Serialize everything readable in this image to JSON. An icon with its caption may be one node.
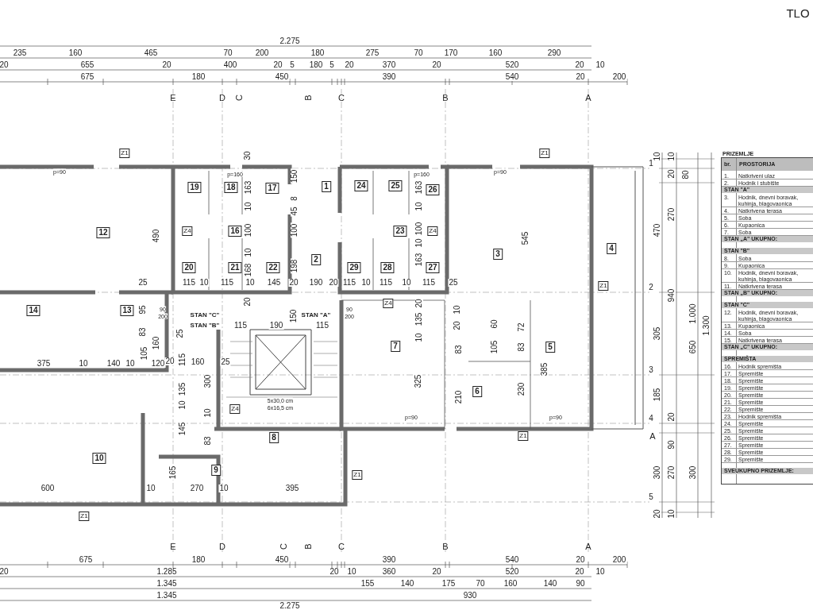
{
  "diagram": {
    "title": "TLO",
    "labels": [
      "2.275",
      "235",
      "160",
      "465",
      "70",
      "200",
      "180",
      "275",
      "70",
      "170",
      "160",
      "290",
      "20",
      "655",
      "20",
      "400",
      "20",
      "5",
      "180",
      "5",
      "20",
      "370",
      "20",
      "520",
      "20",
      "10",
      "675",
      "180",
      "450",
      "390",
      "540",
      "20",
      "200",
      "E",
      "D",
      "C",
      "B",
      "C",
      "B",
      "A",
      "E",
      "D",
      "C",
      "B",
      "C",
      "B",
      "A",
      "675",
      "180",
      "450",
      "390",
      "540",
      "20",
      "200",
      "20",
      "1.285",
      "20",
      "10",
      "360",
      "20",
      "520",
      "20",
      "10",
      "1.345",
      "155",
      "140",
      "175",
      "70",
      "160",
      "140",
      "90",
      "1.345",
      "930",
      "2.275",
      "1",
      "2",
      "3",
      "4",
      "A",
      "5",
      "10",
      "470",
      "305",
      "185",
      "300",
      "20",
      "10",
      "20",
      "270",
      "940",
      "20",
      "90",
      "270",
      "10",
      "80",
      "1.000",
      "650",
      "300",
      "1.300",
      "1",
      "2",
      "3",
      "4",
      "5",
      "6",
      "7",
      "8",
      "9",
      "10",
      "12",
      "14",
      "13",
      "16",
      "19",
      "18",
      "17",
      "20",
      "21",
      "22",
      "23",
      "24",
      "25",
      "26",
      "29",
      "28",
      "27",
      "Z1",
      "Z1",
      "Z4",
      "Z4",
      "Z4",
      "Z1",
      "Z4",
      "Z1",
      "Z1",
      "Z1",
      "STAN \"C\"",
      "STAN \"B\"",
      "STAN \"A\"",
      "30",
      "150",
      "8",
      "45",
      "100",
      "198",
      "163",
      "10",
      "100",
      "10",
      "168",
      "163",
      "10",
      "100",
      "10",
      "163",
      "20",
      "150",
      "490",
      "545",
      "95",
      "83",
      "160",
      "300",
      "135",
      "325",
      "20",
      "135",
      "10",
      "20",
      "10",
      "60",
      "83",
      "105",
      "72",
      "83",
      "210",
      "230",
      "385",
      "10",
      "145",
      "83",
      "165",
      "10",
      "115",
      "25",
      "25",
      "115",
      "10",
      "115",
      "10",
      "145",
      "20",
      "190",
      "20",
      "115",
      "10",
      "115",
      "10",
      "115",
      "25",
      "115",
      "190",
      "115",
      "375",
      "10",
      "140",
      "10",
      "105",
      "120",
      "20",
      "160",
      "25",
      "600",
      "10",
      "270",
      "10",
      "395",
      "p=90",
      "p=160",
      "p=160",
      "p=90",
      "p=90",
      "p=90",
      "5x30,0 cm",
      "6x16,5 cm",
      "90",
      "200",
      "90",
      "200",
      "PRIZEMLJE",
      "br.",
      "PROSTORIJA",
      "1.",
      "Natkriveni ulaz",
      "2.",
      "Hodnik i stubište",
      "STAN \"A\"",
      "3.",
      "Hodnik, dnevni boravak, kuhinja, blagovaonica",
      "4.",
      "Natkrivena terasa",
      "5.",
      "Soba",
      "6.",
      "Kupaonica",
      "7.",
      "Soba",
      "STAN „A\" UKUPNO:",
      "STAN \"B\"",
      "8.",
      "Soba",
      "9.",
      "Kupaonica",
      "10.",
      "Hodnik, dnevni boravak, kuhinja, blagovaonica",
      "11.",
      "Natkrivena terasa",
      "STAN „B\" UKUPNO:",
      "STAN \"C\"",
      "12.",
      "Hodnik, dnevni boravak, kuhinja, blagovaonica",
      "13.",
      "Kupaonica",
      "14.",
      "Soba",
      "15.",
      "Natkrivena terasa",
      "STAN „C\" UKUPNO:",
      "SPREMIŠTA",
      "16.",
      "Hodnik spremišta",
      "17.",
      "Spremište",
      "18.",
      "Spremište",
      "19.",
      "Spremište",
      "20.",
      "Spremište",
      "21.",
      "Spremište",
      "22.",
      "Spremište",
      "23.",
      "Hodnik spremišta",
      "24.",
      "Spremište",
      "25.",
      "Spremište",
      "26.",
      "Spremište",
      "27.",
      "Spremište",
      "28.",
      "Spremište",
      "29.",
      "Spremište",
      "SVEUKUPNO PRIZEMLJE:"
    ]
  }
}
